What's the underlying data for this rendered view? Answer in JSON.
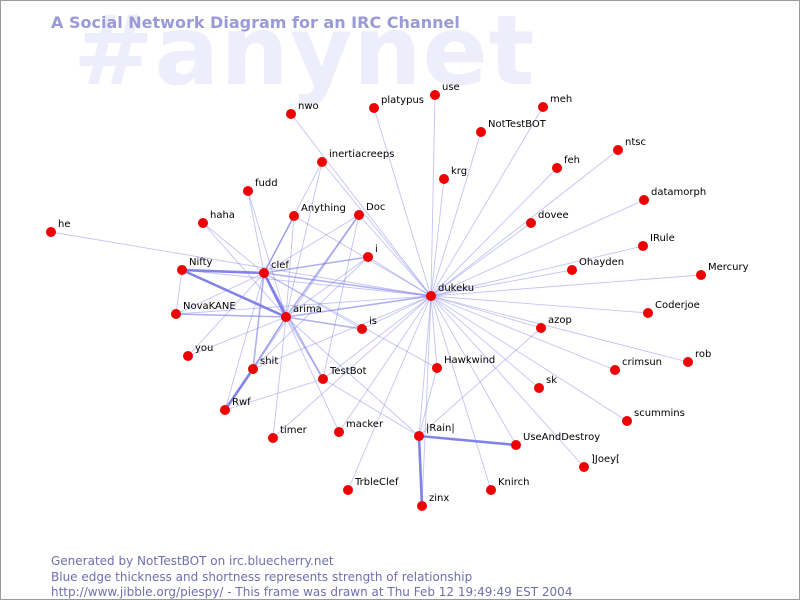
{
  "watermark": "#anynet",
  "title": "A Social Network Diagram for an IRC Channel",
  "footer": {
    "line1": "Generated by NotTestBOT on irc.bluecherry.net",
    "line2": "Blue edge thickness and shortness represents strength of relationship",
    "line3": "http://www.jibble.org/piespy/ - This frame was drawn at Thu Feb 12 19:49:49 EST 2004"
  },
  "colors": {
    "node": "#ee0000",
    "edge": "#7b7be8",
    "title": "#9a9ad6",
    "watermark": "#ededfb"
  },
  "graph": {
    "nodes": [
      {
        "id": "dukeku",
        "label": "dukeku"
      },
      {
        "id": "arima",
        "label": "arima"
      },
      {
        "id": "clef",
        "label": "clef"
      },
      {
        "id": "Nifty",
        "label": "Nifty"
      },
      {
        "id": "he",
        "label": "he"
      },
      {
        "id": "haha",
        "label": "haha"
      },
      {
        "id": "fudd",
        "label": "fudd"
      },
      {
        "id": "Anything",
        "label": "Anything"
      },
      {
        "id": "Doc",
        "label": "Doc"
      },
      {
        "id": "nwo",
        "label": "nwo"
      },
      {
        "id": "inertiacreeps",
        "label": "inertiacreeps"
      },
      {
        "id": "platypus",
        "label": "platypus"
      },
      {
        "id": "use",
        "label": "use"
      },
      {
        "id": "meh",
        "label": "meh"
      },
      {
        "id": "NotTestBOT",
        "label": "NotTestBOT"
      },
      {
        "id": "krg",
        "label": "krg"
      },
      {
        "id": "feh",
        "label": "feh"
      },
      {
        "id": "ntsc",
        "label": "ntsc"
      },
      {
        "id": "datamorph",
        "label": "datamorph"
      },
      {
        "id": "dovee",
        "label": "dovee"
      },
      {
        "id": "IRule",
        "label": "IRule"
      },
      {
        "id": "Ohayden",
        "label": "Ohayden"
      },
      {
        "id": "Mercury",
        "label": "Mercury"
      },
      {
        "id": "Coderjoe",
        "label": "Coderjoe"
      },
      {
        "id": "azop",
        "label": "azop"
      },
      {
        "id": "rob",
        "label": "rob"
      },
      {
        "id": "crimsun",
        "label": "crimsun"
      },
      {
        "id": "sk",
        "label": "sk"
      },
      {
        "id": "scummins",
        "label": "scummins"
      },
      {
        "id": "Hawkwind",
        "label": "Hawkwind"
      },
      {
        "id": "i",
        "label": "i"
      },
      {
        "id": "is",
        "label": "is"
      },
      {
        "id": "NovaKANE",
        "label": "NovaKANE"
      },
      {
        "id": "you",
        "label": "you"
      },
      {
        "id": "shit",
        "label": "shit"
      },
      {
        "id": "Rwf",
        "label": "Rwf"
      },
      {
        "id": "TestBot",
        "label": "TestBot"
      },
      {
        "id": "timer",
        "label": "timer"
      },
      {
        "id": "macker",
        "label": "macker"
      },
      {
        "id": "Rain",
        "label": "|Rain|"
      },
      {
        "id": "UseAndDestroy",
        "label": "UseAndDestroy"
      },
      {
        "id": "Joey",
        "label": "]Joey["
      },
      {
        "id": "TrbleClef",
        "label": "TrbleClef"
      },
      {
        "id": "zinx",
        "label": "zinx"
      },
      {
        "id": "Knirch",
        "label": "Knirch"
      }
    ],
    "edges": [
      [
        "dukeku",
        "clef",
        2
      ],
      [
        "dukeku",
        "arima",
        2
      ],
      [
        "dukeku",
        "Nifty",
        1
      ],
      [
        "dukeku",
        "he",
        1
      ],
      [
        "dukeku",
        "Anything",
        1
      ],
      [
        "dukeku",
        "Doc",
        1
      ],
      [
        "dukeku",
        "inertiacreeps",
        1
      ],
      [
        "dukeku",
        "nwo",
        1
      ],
      [
        "dukeku",
        "platypus",
        1
      ],
      [
        "dukeku",
        "use",
        1
      ],
      [
        "dukeku",
        "NotTestBOT",
        1
      ],
      [
        "dukeku",
        "meh",
        1
      ],
      [
        "dukeku",
        "krg",
        1
      ],
      [
        "dukeku",
        "feh",
        1
      ],
      [
        "dukeku",
        "ntsc",
        1
      ],
      [
        "dukeku",
        "datamorph",
        1
      ],
      [
        "dukeku",
        "dovee",
        1
      ],
      [
        "dukeku",
        "IRule",
        1
      ],
      [
        "dukeku",
        "Ohayden",
        1
      ],
      [
        "dukeku",
        "Mercury",
        1
      ],
      [
        "dukeku",
        "Coderjoe",
        1
      ],
      [
        "dukeku",
        "azop",
        1
      ],
      [
        "dukeku",
        "rob",
        1
      ],
      [
        "dukeku",
        "crimsun",
        1
      ],
      [
        "dukeku",
        "sk",
        1
      ],
      [
        "dukeku",
        "scummins",
        1
      ],
      [
        "dukeku",
        "Joey",
        1
      ],
      [
        "dukeku",
        "Hawkwind",
        1
      ],
      [
        "dukeku",
        "UseAndDestroy",
        1
      ],
      [
        "dukeku",
        "Knirch",
        1
      ],
      [
        "dukeku",
        "zinx",
        1
      ],
      [
        "dukeku",
        "TrbleClef",
        1
      ],
      [
        "dukeku",
        "Rain",
        1
      ],
      [
        "dukeku",
        "macker",
        1
      ],
      [
        "dukeku",
        "TestBot",
        1
      ],
      [
        "dukeku",
        "is",
        1
      ],
      [
        "dukeku",
        "i",
        1
      ],
      [
        "dukeku",
        "shit",
        1
      ],
      [
        "dukeku",
        "NovaKANE",
        1
      ],
      [
        "dukeku",
        "timer",
        1
      ],
      [
        "Nifty",
        "clef",
        3
      ],
      [
        "Nifty",
        "arima",
        3
      ],
      [
        "clef",
        "arima",
        3
      ],
      [
        "clef",
        "haha",
        1
      ],
      [
        "clef",
        "fudd",
        1
      ],
      [
        "clef",
        "Anything",
        2
      ],
      [
        "clef",
        "Doc",
        1
      ],
      [
        "clef",
        "i",
        2
      ],
      [
        "clef",
        "inertiacreeps",
        1
      ],
      [
        "clef",
        "is",
        1
      ],
      [
        "clef",
        "Hawkwind",
        1
      ],
      [
        "clef",
        "TestBot",
        2
      ],
      [
        "clef",
        "shit",
        2
      ],
      [
        "clef",
        "you",
        1
      ],
      [
        "clef",
        "NovaKANE",
        1
      ],
      [
        "clef",
        "Rwf",
        1
      ],
      [
        "arima",
        "haha",
        1
      ],
      [
        "arima",
        "fudd",
        1
      ],
      [
        "arima",
        "Anything",
        1
      ],
      [
        "arima",
        "Doc",
        2
      ],
      [
        "arima",
        "i",
        1
      ],
      [
        "arima",
        "is",
        2
      ],
      [
        "arima",
        "NovaKANE",
        2
      ],
      [
        "arima",
        "you",
        1
      ],
      [
        "arima",
        "shit",
        2
      ],
      [
        "arima",
        "Rwf",
        1
      ],
      [
        "arima",
        "TestBot",
        1
      ],
      [
        "arima",
        "macker",
        1
      ],
      [
        "arima",
        "timer",
        1
      ],
      [
        "arima",
        "Rain",
        1
      ],
      [
        "arima",
        "inertiacreeps",
        1
      ],
      [
        "Nifty",
        "NovaKANE",
        1
      ],
      [
        "shit",
        "Rwf",
        3
      ],
      [
        "shit",
        "i",
        1
      ],
      [
        "TestBot",
        "Rain",
        1
      ],
      [
        "TestBot",
        "Rwf",
        1
      ],
      [
        "TestBot",
        "Doc",
        1
      ],
      [
        "Rain",
        "UseAndDestroy",
        3
      ],
      [
        "Rain",
        "zinx",
        3
      ],
      [
        "Rain",
        "azop",
        1
      ],
      [
        "Rain",
        "Hawkwind",
        1
      ],
      [
        "shit",
        "Doc",
        1
      ]
    ]
  }
}
